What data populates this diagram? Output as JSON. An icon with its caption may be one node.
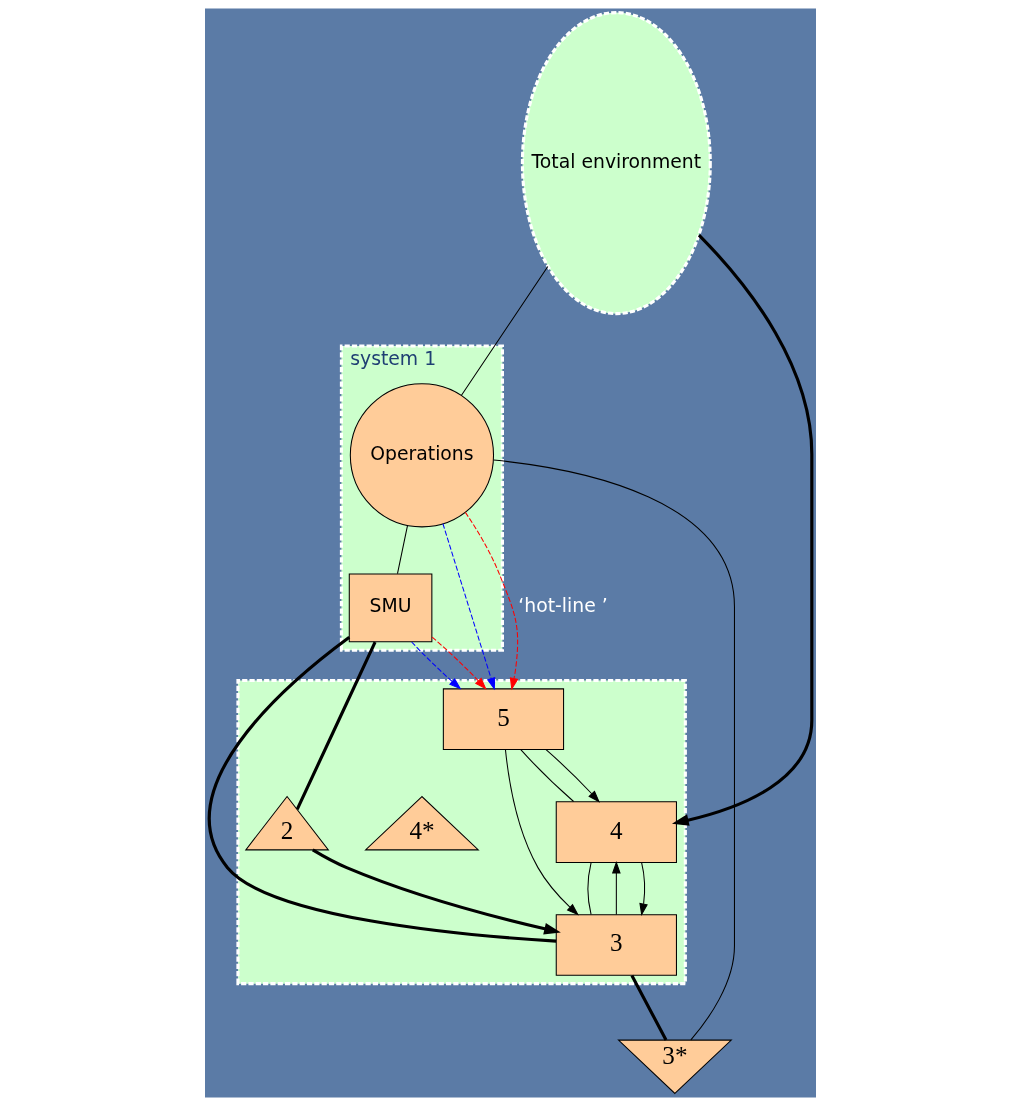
{
  "diagram": {
    "nodes": [
      {
        "text": [],
        "shape": "box"
      },
      {
        "text": [
          "5"
        ],
        "in": 0
      },
      {
        "text": [
          "4"
        ],
        "in": 0
      },
      {
        "text": [
          "4*"
        ],
        "in": 0
      },
      {
        "text": [
          "3"
        ],
        "in": 0
      },
      {
        "text": [
          "2"
        ],
        "in": 0
      },
      {
        "text": [
          "Total environment"
        ]
      },
      {
        "text": [
          "system 1"
        ]
      },
      {
        "text": [
          "3*"
        ]
      },
      {
        "text": [
          "Operations"
        ],
        "in": 7
      },
      {
        "text": [
          "SMU"
        ],
        "in": 7
      }
    ],
    "edges": [
      {
        "from": 6,
        "to": 2,
        "arrow": "to",
        "style": "thick"
      },
      {
        "from": 1,
        "to": 2,
        "arrow": "none"
      },
      {
        "from": 2,
        "to": 4,
        "arrow": "none"
      },
      {
        "from": 4,
        "to": 2,
        "arrow": "to"
      },
      {
        "from": 2,
        "to": 4,
        "arrow": "to"
      },
      {
        "from": 1,
        "to": 2,
        "arrow": "to"
      },
      {
        "from": 1,
        "to": 4,
        "arrow": "to"
      },
      {
        "from": 5,
        "to": 4,
        "arrow": "to",
        "style": "thick"
      },
      {
        "from": 4,
        "to": 8,
        "arrow": "none",
        "style": "thick"
      },
      {
        "from": 8,
        "to": 9,
        "arrow": "none"
      },
      {
        "from": 4,
        "to": 10,
        "arrow": "none",
        "style": "thick"
      },
      {
        "from": 6,
        "to": 9,
        "arrow": "none"
      },
      {
        "from": 9,
        "to": 10,
        "arrow": "none"
      },
      {
        "from": 10,
        "to": 5,
        "arrow": "none",
        "style": "thick"
      },
      {
        "from": 9,
        "to": 1,
        "arrow": "to",
        "style": "dashed",
        "color": "#0000ff"
      },
      {
        "from": 10,
        "to": 1,
        "arrow": "to",
        "style": "dashed",
        "color": "#0000ff"
      },
      {
        "from": 9,
        "to": 1,
        "arrow": "to",
        "style": "dashed",
        "color": "#ff0000",
        "label": "‘hot-line ’"
      },
      {
        "from": 10,
        "to": 1,
        "arrow": "to",
        "style": "dashed",
        "color": "#ff0000"
      }
    ]
  }
}
